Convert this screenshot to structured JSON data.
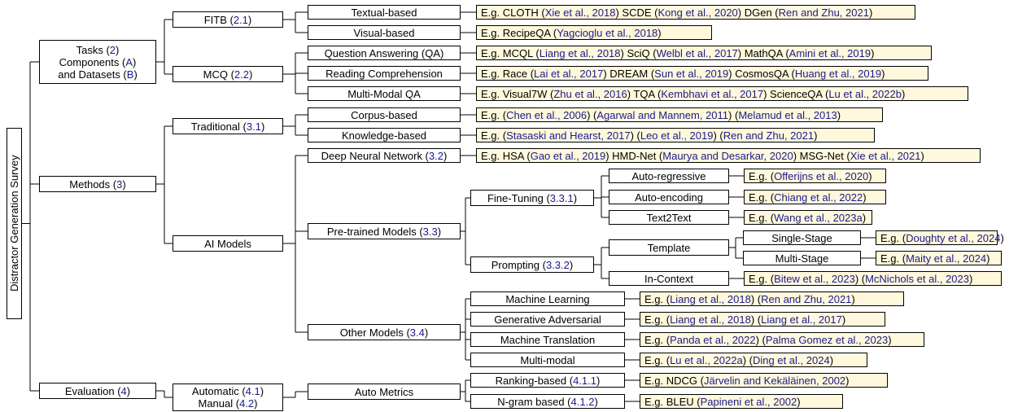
{
  "colors": {
    "example_fill": "#fff8dc",
    "citation": "#1a1a8c",
    "border": "#000000"
  },
  "nodes": [
    {
      "id": "root",
      "cls": "root",
      "parent": null,
      "p": [
        [
          {
            "t": "Distractor Generation Survey"
          }
        ]
      ]
    },
    {
      "id": "tasks",
      "parent": "root",
      "p": [
        [
          {
            "t": "Tasks ("
          },
          {
            "t": "2",
            "c": 1
          },
          {
            "t": ")"
          }
        ],
        [
          {
            "t": "Components ("
          },
          {
            "t": "A",
            "c": 1
          },
          {
            "t": ")"
          }
        ],
        [
          {
            "t": "and Datasets ("
          },
          {
            "t": "B",
            "c": 1
          },
          {
            "t": ")"
          }
        ]
      ]
    },
    {
      "id": "methods",
      "parent": "root",
      "p": [
        [
          {
            "t": "Methods ("
          },
          {
            "t": "3",
            "c": 1
          },
          {
            "t": ")"
          }
        ]
      ]
    },
    {
      "id": "evaluation",
      "parent": "root",
      "p": [
        [
          {
            "t": "Evaluation ("
          },
          {
            "t": "4",
            "c": 1
          },
          {
            "t": ")"
          }
        ]
      ]
    },
    {
      "id": "fitb",
      "parent": "tasks",
      "p": [
        [
          {
            "t": "FITB ("
          },
          {
            "t": "2.1",
            "c": 1
          },
          {
            "t": ")"
          }
        ]
      ]
    },
    {
      "id": "mcq",
      "parent": "tasks",
      "p": [
        [
          {
            "t": "MCQ ("
          },
          {
            "t": "2.2",
            "c": 1
          },
          {
            "t": ")"
          }
        ]
      ]
    },
    {
      "id": "textual",
      "parent": "fitb",
      "p": [
        [
          {
            "t": "Textual-based"
          }
        ]
      ]
    },
    {
      "id": "visual",
      "parent": "fitb",
      "p": [
        [
          {
            "t": "Visual-based"
          }
        ]
      ]
    },
    {
      "id": "qa",
      "parent": "mcq",
      "p": [
        [
          {
            "t": "Question Answering (QA)"
          }
        ]
      ]
    },
    {
      "id": "rc",
      "parent": "mcq",
      "p": [
        [
          {
            "t": "Reading Comprehension"
          }
        ]
      ]
    },
    {
      "id": "mmqa",
      "parent": "mcq",
      "p": [
        [
          {
            "t": "Multi-Modal QA"
          }
        ]
      ]
    },
    {
      "id": "e_textual",
      "cls": "ex",
      "parent": "textual",
      "p": [
        [
          {
            "t": "E.g. CLOTH ("
          },
          {
            "t": "Xie et al., 2018",
            "c": 1
          },
          {
            "t": ") SCDE ("
          },
          {
            "t": "Kong et al., 2020",
            "c": 1
          },
          {
            "t": ") DGen ("
          },
          {
            "t": "Ren and Zhu, 2021",
            "c": 1
          },
          {
            "t": ")"
          }
        ]
      ]
    },
    {
      "id": "e_visual",
      "cls": "ex",
      "parent": "visual",
      "p": [
        [
          {
            "t": "E.g. RecipeQA ("
          },
          {
            "t": "Yagcioglu et al., 2018",
            "c": 1
          },
          {
            "t": ")"
          }
        ]
      ]
    },
    {
      "id": "e_qa",
      "cls": "ex",
      "parent": "qa",
      "p": [
        [
          {
            "t": "E.g. MCQL ("
          },
          {
            "t": "Liang et al., 2018",
            "c": 1
          },
          {
            "t": ") SciQ ("
          },
          {
            "t": "Welbl et al., 2017",
            "c": 1
          },
          {
            "t": ") MathQA ("
          },
          {
            "t": "Amini et al., 2019",
            "c": 1
          },
          {
            "t": ")"
          }
        ]
      ]
    },
    {
      "id": "e_rc",
      "cls": "ex",
      "parent": "rc",
      "p": [
        [
          {
            "t": "E.g. Race ("
          },
          {
            "t": "Lai et al., 2017",
            "c": 1
          },
          {
            "t": ") DREAM ("
          },
          {
            "t": "Sun et al., 2019",
            "c": 1
          },
          {
            "t": ") CosmosQA ("
          },
          {
            "t": "Huang et al., 2019",
            "c": 1
          },
          {
            "t": ")"
          }
        ]
      ]
    },
    {
      "id": "e_mmqa",
      "cls": "ex",
      "parent": "mmqa",
      "p": [
        [
          {
            "t": "E.g. Visual7W ("
          },
          {
            "t": "Zhu et al., 2016",
            "c": 1
          },
          {
            "t": ") TQA ("
          },
          {
            "t": "Kembhavi et al., 2017",
            "c": 1
          },
          {
            "t": ") ScienceQA ("
          },
          {
            "t": "Lu et al., 2022b",
            "c": 1
          },
          {
            "t": ")"
          }
        ]
      ]
    },
    {
      "id": "traditional",
      "parent": "methods",
      "p": [
        [
          {
            "t": "Traditional ("
          },
          {
            "t": "3.1",
            "c": 1
          },
          {
            "t": ")"
          }
        ]
      ]
    },
    {
      "id": "aimodels",
      "parent": "methods",
      "p": [
        [
          {
            "t": "AI Models"
          }
        ]
      ]
    },
    {
      "id": "corpus",
      "parent": "traditional",
      "p": [
        [
          {
            "t": "Corpus-based"
          }
        ]
      ]
    },
    {
      "id": "knowledge",
      "parent": "traditional",
      "p": [
        [
          {
            "t": "Knowledge-based"
          }
        ]
      ]
    },
    {
      "id": "e_corpus",
      "cls": "ex",
      "parent": "corpus",
      "p": [
        [
          {
            "t": "E.g. ("
          },
          {
            "t": "Chen et al., 2006",
            "c": 1
          },
          {
            "t": ") ("
          },
          {
            "t": "Agarwal and Mannem, 2011",
            "c": 1
          },
          {
            "t": ") ("
          },
          {
            "t": "Melamud et al., 2013",
            "c": 1
          },
          {
            "t": ")"
          }
        ]
      ]
    },
    {
      "id": "e_knowledge",
      "cls": "ex",
      "parent": "knowledge",
      "p": [
        [
          {
            "t": "E.g. ("
          },
          {
            "t": "Stasaski and Hearst, 2017",
            "c": 1
          },
          {
            "t": ") ("
          },
          {
            "t": "Leo et al., 2019",
            "c": 1
          },
          {
            "t": ") ("
          },
          {
            "t": "Ren and Zhu, 2021",
            "c": 1
          },
          {
            "t": ")"
          }
        ]
      ]
    },
    {
      "id": "dnn",
      "parent": "aimodels",
      "p": [
        [
          {
            "t": "Deep Neural Network ("
          },
          {
            "t": "3.2",
            "c": 1
          },
          {
            "t": ")"
          }
        ]
      ]
    },
    {
      "id": "ptm",
      "parent": "aimodels",
      "p": [
        [
          {
            "t": "Pre-trained Models ("
          },
          {
            "t": "3.3",
            "c": 1
          },
          {
            "t": ")"
          }
        ]
      ]
    },
    {
      "id": "other",
      "parent": "aimodels",
      "p": [
        [
          {
            "t": "Other Models ("
          },
          {
            "t": "3.4",
            "c": 1
          },
          {
            "t": ")"
          }
        ]
      ]
    },
    {
      "id": "e_dnn",
      "cls": "ex",
      "parent": "dnn",
      "p": [
        [
          {
            "t": "E.g. HSA ("
          },
          {
            "t": "Gao et al., 2019",
            "c": 1
          },
          {
            "t": ") HMD-Net ("
          },
          {
            "t": "Maurya and Desarkar, 2020",
            "c": 1
          },
          {
            "t": ") MSG-Net ("
          },
          {
            "t": "Xie et al., 2021",
            "c": 1
          },
          {
            "t": ")"
          }
        ]
      ]
    },
    {
      "id": "finetune",
      "parent": "ptm",
      "p": [
        [
          {
            "t": "Fine-Tuning ("
          },
          {
            "t": "3.3.1",
            "c": 1
          },
          {
            "t": ")"
          }
        ]
      ]
    },
    {
      "id": "prompting",
      "parent": "ptm",
      "p": [
        [
          {
            "t": "Prompting ("
          },
          {
            "t": "3.3.2",
            "c": 1
          },
          {
            "t": ")"
          }
        ]
      ]
    },
    {
      "id": "autoreg",
      "parent": "finetune",
      "p": [
        [
          {
            "t": "Auto-regressive"
          }
        ]
      ]
    },
    {
      "id": "autoenc",
      "parent": "finetune",
      "p": [
        [
          {
            "t": "Auto-encoding"
          }
        ]
      ]
    },
    {
      "id": "t2t",
      "parent": "finetune",
      "p": [
        [
          {
            "t": "Text2Text"
          }
        ]
      ]
    },
    {
      "id": "e_autoreg",
      "cls": "ex",
      "parent": "autoreg",
      "p": [
        [
          {
            "t": "E.g. ("
          },
          {
            "t": "Offerijns et al., 2020",
            "c": 1
          },
          {
            "t": ")"
          }
        ]
      ]
    },
    {
      "id": "e_autoenc",
      "cls": "ex",
      "parent": "autoenc",
      "p": [
        [
          {
            "t": "E.g. ("
          },
          {
            "t": "Chiang et al., 2022",
            "c": 1
          },
          {
            "t": ")"
          }
        ]
      ]
    },
    {
      "id": "e_t2t",
      "cls": "ex",
      "parent": "t2t",
      "p": [
        [
          {
            "t": "E.g. ("
          },
          {
            "t": "Wang et al., 2023a",
            "c": 1
          },
          {
            "t": ")"
          }
        ]
      ]
    },
    {
      "id": "template",
      "parent": "prompting",
      "p": [
        [
          {
            "t": "Template"
          }
        ]
      ]
    },
    {
      "id": "incontext",
      "parent": "prompting",
      "p": [
        [
          {
            "t": "In-Context"
          }
        ]
      ]
    },
    {
      "id": "single",
      "parent": "template",
      "p": [
        [
          {
            "t": "Single-Stage"
          }
        ]
      ]
    },
    {
      "id": "multi",
      "parent": "template",
      "p": [
        [
          {
            "t": "Multi-Stage"
          }
        ]
      ]
    },
    {
      "id": "e_single",
      "cls": "ex",
      "parent": "single",
      "p": [
        [
          {
            "t": "E.g. ("
          },
          {
            "t": "Doughty et al., 2024",
            "c": 1
          },
          {
            "t": ")"
          }
        ]
      ]
    },
    {
      "id": "e_multi",
      "cls": "ex",
      "parent": "multi",
      "p": [
        [
          {
            "t": "E.g. ("
          },
          {
            "t": "Maity et al., 2024",
            "c": 1
          },
          {
            "t": ")"
          }
        ]
      ]
    },
    {
      "id": "e_incontext",
      "cls": "ex",
      "parent": "incontext",
      "p": [
        [
          {
            "t": "E.g. ("
          },
          {
            "t": "Bitew et al., 2023",
            "c": 1
          },
          {
            "t": ") ("
          },
          {
            "t": "McNichols et al., 2023",
            "c": 1
          },
          {
            "t": ")"
          }
        ]
      ]
    },
    {
      "id": "ml",
      "parent": "other",
      "p": [
        [
          {
            "t": "Machine Learning"
          }
        ]
      ]
    },
    {
      "id": "gan",
      "parent": "other",
      "p": [
        [
          {
            "t": "Generative Adversarial"
          }
        ]
      ]
    },
    {
      "id": "mt",
      "parent": "other",
      "p": [
        [
          {
            "t": "Machine Translation"
          }
        ]
      ]
    },
    {
      "id": "mm",
      "parent": "other",
      "p": [
        [
          {
            "t": "Multi-modal"
          }
        ]
      ]
    },
    {
      "id": "e_ml",
      "cls": "ex",
      "parent": "ml",
      "p": [
        [
          {
            "t": "E.g. ("
          },
          {
            "t": "Liang et al., 2018",
            "c": 1
          },
          {
            "t": ") ("
          },
          {
            "t": "Ren and Zhu, 2021",
            "c": 1
          },
          {
            "t": ")"
          }
        ]
      ]
    },
    {
      "id": "e_gan",
      "cls": "ex",
      "parent": "gan",
      "p": [
        [
          {
            "t": "E.g. ("
          },
          {
            "t": "Liang et al., 2018",
            "c": 1
          },
          {
            "t": ") ("
          },
          {
            "t": "Liang et al., 2017",
            "c": 1
          },
          {
            "t": ")"
          }
        ]
      ]
    },
    {
      "id": "e_mt",
      "cls": "ex",
      "parent": "mt",
      "p": [
        [
          {
            "t": "E.g. ("
          },
          {
            "t": "Panda et al., 2022",
            "c": 1
          },
          {
            "t": ") ("
          },
          {
            "t": "Palma Gomez et al., 2023",
            "c": 1
          },
          {
            "t": ")"
          }
        ]
      ]
    },
    {
      "id": "e_mm",
      "cls": "ex",
      "parent": "mm",
      "p": [
        [
          {
            "t": "E.g. ("
          },
          {
            "t": "Lu et al., 2022a",
            "c": 1
          },
          {
            "t": ") ("
          },
          {
            "t": "Ding et al., 2024",
            "c": 1
          },
          {
            "t": ")"
          }
        ]
      ]
    },
    {
      "id": "automanual",
      "parent": "evaluation",
      "p": [
        [
          {
            "t": "Automatic ("
          },
          {
            "t": "4.1",
            "c": 1
          },
          {
            "t": ")"
          }
        ],
        [
          {
            "t": "Manual ("
          },
          {
            "t": "4.2",
            "c": 1
          },
          {
            "t": ")"
          }
        ]
      ]
    },
    {
      "id": "autometrics",
      "parent": "automanual",
      "p": [
        [
          {
            "t": "Auto Metrics"
          }
        ]
      ]
    },
    {
      "id": "ranking",
      "parent": "autometrics",
      "p": [
        [
          {
            "t": "Ranking-based ("
          },
          {
            "t": "4.1.1",
            "c": 1
          },
          {
            "t": ")"
          }
        ]
      ]
    },
    {
      "id": "ngram",
      "parent": "autometrics",
      "p": [
        [
          {
            "t": "N-gram based ("
          },
          {
            "t": "4.1.2",
            "c": 1
          },
          {
            "t": ")"
          }
        ]
      ]
    },
    {
      "id": "e_ranking",
      "cls": "ex",
      "parent": "ranking",
      "p": [
        [
          {
            "t": "E.g. NDCG ("
          },
          {
            "t": "Järvelin and Kekäläinen, 2002",
            "c": 1
          },
          {
            "t": ")"
          }
        ]
      ]
    },
    {
      "id": "e_ngram",
      "cls": "ex",
      "parent": "ngram",
      "p": [
        [
          {
            "t": "E.g. BLEU ("
          },
          {
            "t": "Papineni et al., 2002",
            "c": 1
          },
          {
            "t": ")"
          }
        ]
      ]
    }
  ]
}
